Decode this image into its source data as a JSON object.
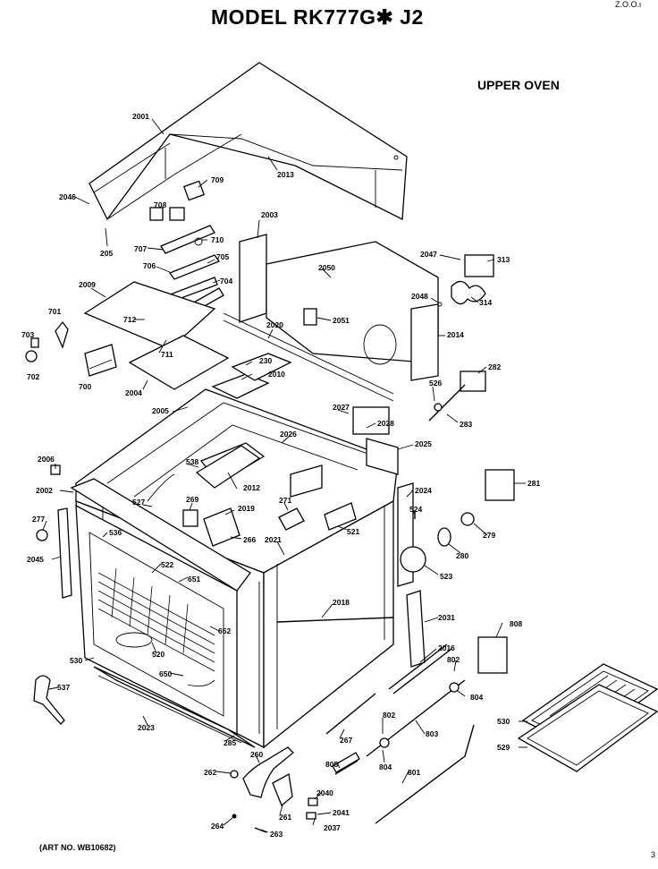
{
  "header": {
    "title": "MODEL RK777G✱ J2",
    "section": "UPPER OVEN",
    "corner_top": "Z.O.O.ι",
    "art_number": "(ART NO. WB10682)",
    "corner_bottom": "3"
  },
  "parts": [
    {
      "id": "p2001",
      "label": "2001"
    },
    {
      "id": "p2013",
      "label": "2013"
    },
    {
      "id": "p2046",
      "label": "2046"
    },
    {
      "id": "p205",
      "label": "205"
    },
    {
      "id": "p709",
      "label": "709"
    },
    {
      "id": "p708",
      "label": "708"
    },
    {
      "id": "p710",
      "label": "710"
    },
    {
      "id": "p707",
      "label": "707"
    },
    {
      "id": "p706",
      "label": "706"
    },
    {
      "id": "p705",
      "label": "705"
    },
    {
      "id": "p704",
      "label": "704"
    },
    {
      "id": "p2009",
      "label": "2009"
    },
    {
      "id": "p701",
      "label": "701"
    },
    {
      "id": "p703",
      "label": "703"
    },
    {
      "id": "p702",
      "label": "702"
    },
    {
      "id": "p712",
      "label": "712"
    },
    {
      "id": "p711",
      "label": "711"
    },
    {
      "id": "p700",
      "label": "700"
    },
    {
      "id": "p2004",
      "label": "2004"
    },
    {
      "id": "p2003",
      "label": "2003"
    },
    {
      "id": "p2050",
      "label": "2050"
    },
    {
      "id": "p2051",
      "label": "2051"
    },
    {
      "id": "p2020",
      "label": "2020"
    },
    {
      "id": "p230",
      "label": "230"
    },
    {
      "id": "p2010",
      "label": "2010"
    },
    {
      "id": "p2047",
      "label": "2047"
    },
    {
      "id": "p313",
      "label": "313"
    },
    {
      "id": "p2048",
      "label": "2048"
    },
    {
      "id": "p314",
      "label": "314"
    },
    {
      "id": "p2014",
      "label": "2014"
    },
    {
      "id": "p282",
      "label": "282"
    },
    {
      "id": "p526",
      "label": "526"
    },
    {
      "id": "p283",
      "label": "283"
    },
    {
      "id": "p2005",
      "label": "2005"
    },
    {
      "id": "p2027",
      "label": "2027"
    },
    {
      "id": "p2028",
      "label": "2028"
    },
    {
      "id": "p2026",
      "label": "2026"
    },
    {
      "id": "p2025",
      "label": "2025"
    },
    {
      "id": "p2006",
      "label": "2006"
    },
    {
      "id": "p2002",
      "label": "2002"
    },
    {
      "id": "p538",
      "label": "538"
    },
    {
      "id": "p2012",
      "label": "2012"
    },
    {
      "id": "p2024",
      "label": "2024"
    },
    {
      "id": "p281",
      "label": "281"
    },
    {
      "id": "p527",
      "label": "527"
    },
    {
      "id": "p269",
      "label": "269"
    },
    {
      "id": "p2019",
      "label": "2019"
    },
    {
      "id": "p271",
      "label": "271"
    },
    {
      "id": "p524",
      "label": "524"
    },
    {
      "id": "p277",
      "label": "277"
    },
    {
      "id": "p536",
      "label": "536"
    },
    {
      "id": "p266",
      "label": "266"
    },
    {
      "id": "p521",
      "label": "521"
    },
    {
      "id": "p279",
      "label": "279"
    },
    {
      "id": "p2045",
      "label": "2045"
    },
    {
      "id": "p522",
      "label": "522"
    },
    {
      "id": "p651",
      "label": "651"
    },
    {
      "id": "p2021",
      "label": "2021"
    },
    {
      "id": "p280",
      "label": "280"
    },
    {
      "id": "p523",
      "label": "523"
    },
    {
      "id": "p2018",
      "label": "2018"
    },
    {
      "id": "p652",
      "label": "652"
    },
    {
      "id": "p2031",
      "label": "2031"
    },
    {
      "id": "p520",
      "label": "520"
    },
    {
      "id": "p530",
      "label": "530"
    },
    {
      "id": "p650",
      "label": "650"
    },
    {
      "id": "p808",
      "label": "808"
    },
    {
      "id": "p2016",
      "label": "2016"
    },
    {
      "id": "p802a",
      "label": "802"
    },
    {
      "id": "p537",
      "label": "537"
    },
    {
      "id": "p804a",
      "label": "804"
    },
    {
      "id": "p2023",
      "label": "2023"
    },
    {
      "id": "p267",
      "label": "267"
    },
    {
      "id": "p802b",
      "label": "802"
    },
    {
      "id": "p803",
      "label": "803"
    },
    {
      "id": "p530b",
      "label": "530"
    },
    {
      "id": "p285",
      "label": "285"
    },
    {
      "id": "p260",
      "label": "260"
    },
    {
      "id": "p804b",
      "label": "804"
    },
    {
      "id": "p529",
      "label": "529"
    },
    {
      "id": "p262",
      "label": "262"
    },
    {
      "id": "p805",
      "label": "805"
    },
    {
      "id": "p801",
      "label": "801"
    },
    {
      "id": "p2040",
      "label": "2040"
    },
    {
      "id": "p261",
      "label": "261"
    },
    {
      "id": "p2041",
      "label": "2041"
    },
    {
      "id": "p264",
      "label": "264"
    },
    {
      "id": "p263",
      "label": "263"
    },
    {
      "id": "p2037",
      "label": "2037"
    }
  ]
}
